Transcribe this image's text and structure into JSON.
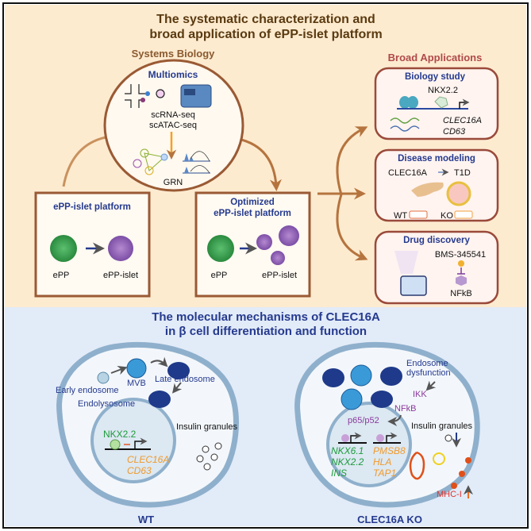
{
  "top": {
    "title_line1": "The systematic characterization and",
    "title_line2": "broad application of ePP-islet platform",
    "systems_biology": "Systems Biology",
    "multiomics": {
      "title": "Multiomics",
      "scrna": "scRNA-seq",
      "scatac": "scATAC-seq",
      "grn": "GRN"
    },
    "platform": {
      "title": "ePP-islet platform",
      "from": "ePP",
      "to": "ePP-islet"
    },
    "optimized": {
      "title_line1": "Optimized",
      "title_line2": "ePP-islet platform",
      "from": "ePP",
      "to": "ePP-islet"
    },
    "broad_applications": "Broad Applications",
    "biology_study": {
      "title": "Biology study",
      "tf": "NKX2.2",
      "gene1": "CLEC16A",
      "gene2": "CD63"
    },
    "disease_modeling": {
      "title": "Disease modeling",
      "gene": "CLEC16A",
      "disease": "T1D",
      "wt": "WT",
      "ko": "KO"
    },
    "drug_discovery": {
      "title": "Drug discovery",
      "drug": "BMS-345541",
      "target": "NFkB"
    }
  },
  "bottom": {
    "title_line1": "The molecular mechanisms of CLEC16A",
    "title_line2": "in β cell differentiation and function",
    "wt": {
      "label": "WT",
      "early_endosome": "Early endosome",
      "mvb": "MVB",
      "late_endosome": "Late endosome",
      "endolysosome": "Endolysosome",
      "tf": "NKX2.2",
      "gene1": "CLEC16A",
      "gene2": "CD63",
      "insulin": "Insulin granules"
    },
    "ko": {
      "label": "CLEC16A KO",
      "dysfunction_line1": "Endosome",
      "dysfunction_line2": "dysfunction",
      "ikk": "IKK",
      "nfkb": "NFkB",
      "p65": "p65/p52",
      "down_genes": [
        "NKX6.1",
        "NKX2.2",
        "INS"
      ],
      "up_genes": [
        "PMSB8",
        "HLA",
        "TAP1"
      ],
      "insulin": "Insulin granules",
      "mhc": "MHC-I"
    }
  },
  "colors": {
    "top_bg": "#fdebd0",
    "bottom_bg": "#e2ebf8",
    "brown": "#b5743e",
    "navy": "#253a8e",
    "maroon": "#b04a4a",
    "green_text": "#1e9b3c",
    "orange_text": "#f09a2c",
    "purple_text": "#8a3a9c",
    "red_text": "#e0332b"
  }
}
